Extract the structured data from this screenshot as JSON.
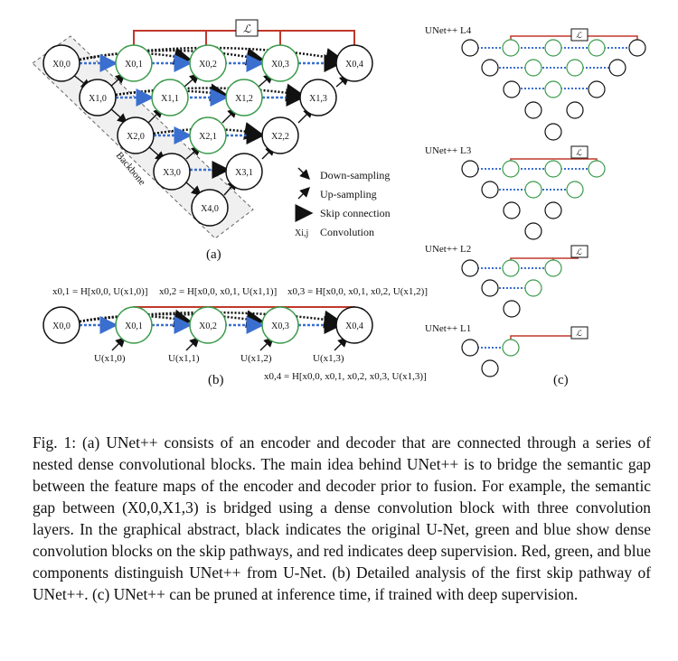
{
  "figure": {
    "panel_a": {
      "label": "(a)",
      "backbone_label": "Backbone",
      "loss_symbol": "ℒ",
      "nodes": {
        "x00": "X0,0",
        "x10": "X1,0",
        "x20": "X2,0",
        "x30": "X3,0",
        "x40": "X4,0",
        "x01": "X0,1",
        "x02": "X0,2",
        "x03": "X0,3",
        "x04": "X0,4",
        "x11": "X1,1",
        "x12": "X1,2",
        "x13": "X1,3",
        "x21": "X2,1",
        "x22": "X2,2",
        "x31": "X3,1"
      },
      "legend": {
        "down": "Down-sampling",
        "up": "Up-sampling",
        "skip": "Skip connection",
        "conv_symbol": "Xi,j",
        "conv": "Convolution"
      }
    },
    "panel_b": {
      "label": "(b)",
      "eq1": "x0,1 = H[x0,0, U(x1,0)]",
      "eq2": "x0,2 = H[x0,0, x0,1, U(x1,1)]",
      "eq3": "x0,3 = H[x0,0, x0,1, x0,2, U(x1,2)]",
      "eq4": "x0,4 = H[x0,0, x0,1, x0,2, x0,3, U(x1,3)]",
      "nodes": {
        "x00": "X0,0",
        "x01": "X0,1",
        "x02": "X0,2",
        "x03": "X0,3",
        "x04": "X0,4"
      },
      "up_labels": [
        "U(x1,0)",
        "U(x1,1)",
        "U(x1,2)",
        "U(x1,3)"
      ]
    },
    "panel_c": {
      "label": "(c)",
      "titles": [
        "UNet++ L4",
        "UNet++ L3",
        "UNet++ L2",
        "UNet++ L1"
      ],
      "loss_symbol": "ℒ"
    }
  },
  "caption": {
    "text": "Fig. 1: (a) UNet++ consists of an encoder and decoder that are connected through a series of nested dense convolutional blocks. The main idea behind UNet++ is to bridge the semantic gap between the feature maps of the encoder and decoder prior to fusion. For example, the semantic gap between (X0,0,X1,3) is bridged using a dense convolution block with three convolution layers. In the graphical abstract, black indicates the original U-Net, green and blue show dense convolution blocks on the skip pathways, and red indicates deep supervision. Red, green, and blue components distinguish UNet++ from U-Net. (b) Detailed analysis of the first skip pathway of UNet++. (c) UNet++ can be pruned at inference time, if trained with deep supervision."
  },
  "colors": {
    "black": "#111111",
    "green": "#3a9a4a",
    "blue": "#3a6fd0",
    "red": "#c0392b"
  }
}
